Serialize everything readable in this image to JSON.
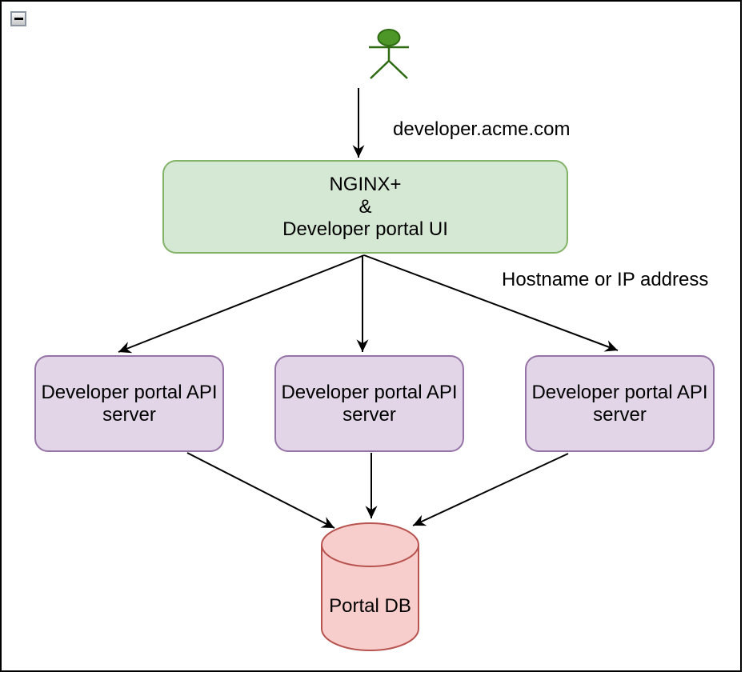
{
  "window": {
    "collapse_button": {
      "icon": "minus-icon"
    }
  },
  "diagram": {
    "actor": {
      "icon": "person-stick-figure-icon",
      "fill": "#4d9628",
      "stroke": "#2d6a12"
    },
    "edge_labels": {
      "domain": "developer.acme.com",
      "routing": "Hostname or IP address"
    },
    "nodes": {
      "gateway": {
        "lines": [
          "NGINX+",
          "&",
          "Developer portal UI"
        ],
        "fill": "#d5e8d4",
        "stroke": "#82b366"
      },
      "api_servers": [
        {
          "lines": [
            "Developer portal API",
            "server"
          ]
        },
        {
          "lines": [
            "Developer portal API",
            "server"
          ]
        },
        {
          "lines": [
            "Developer portal API",
            "server"
          ]
        }
      ],
      "api_server_style": {
        "fill": "#e1d5e7",
        "stroke": "#9673a6"
      },
      "database": {
        "label": "Portal DB",
        "fill": "#f8cecc",
        "stroke": "#b85450"
      }
    },
    "edge_color": "#000000"
  }
}
